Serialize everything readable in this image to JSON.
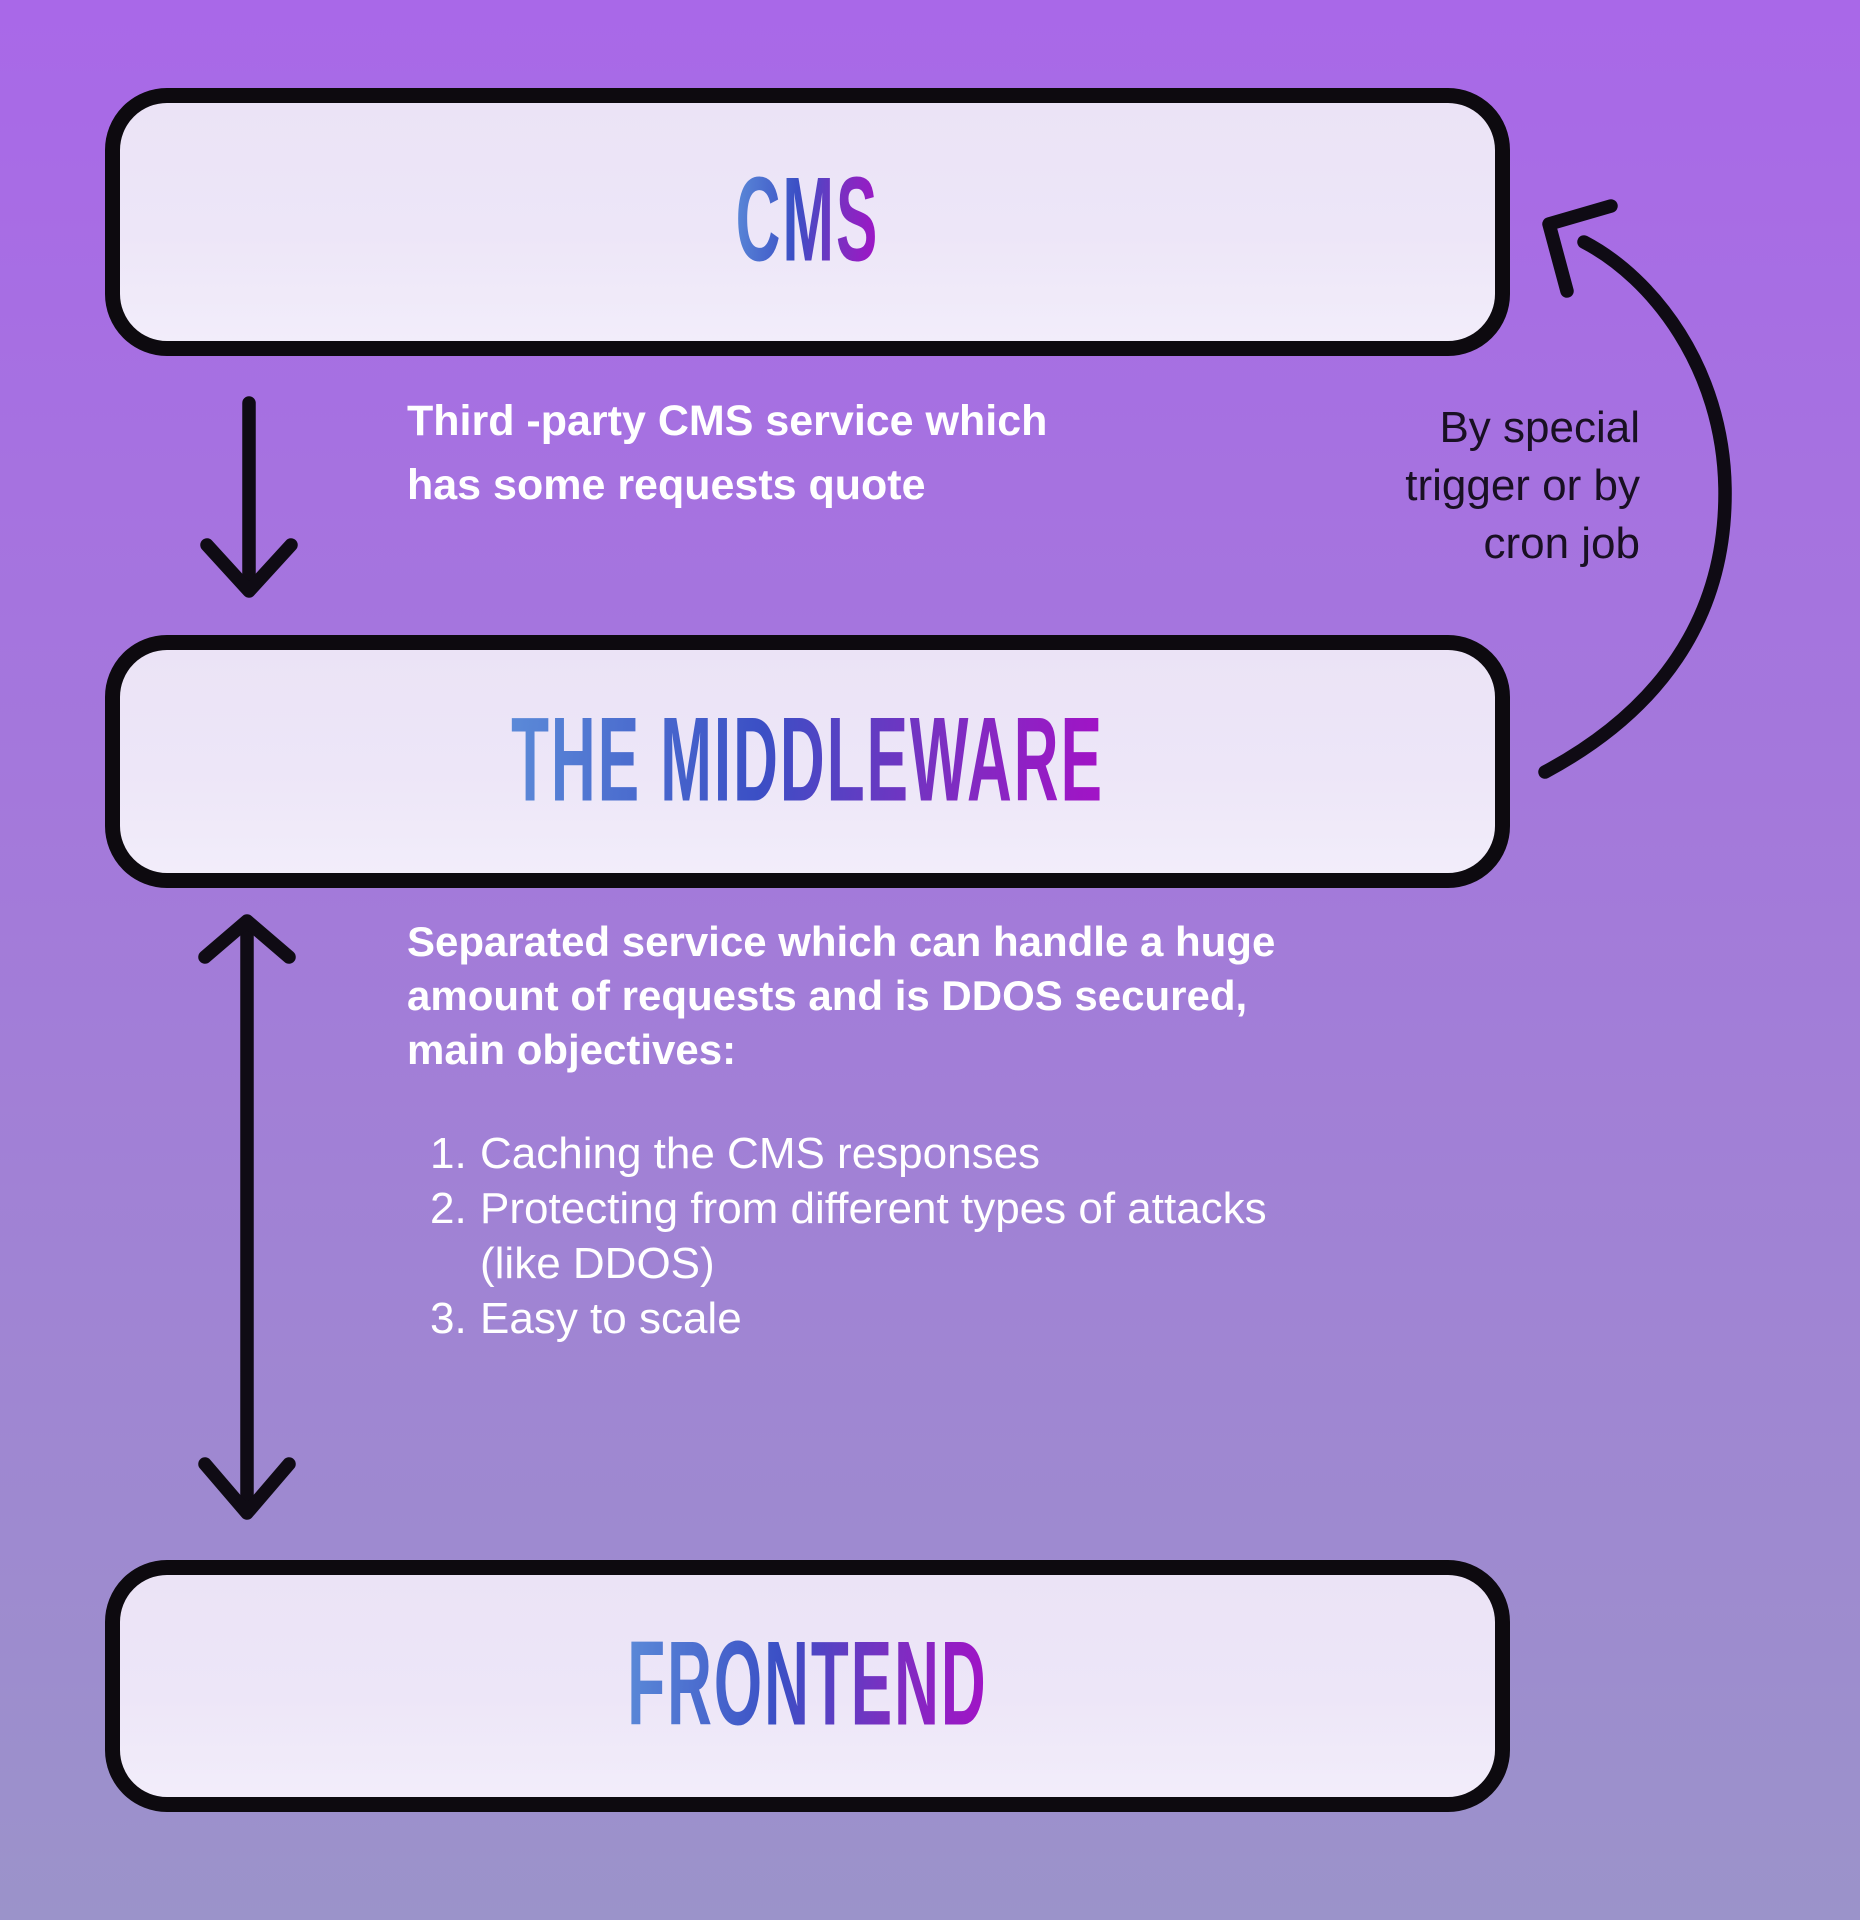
{
  "colors": {
    "bg-top": "#a968e8",
    "bg-mid": "#a37bd9",
    "bg-bottom": "#9b93ca",
    "box-fill": "#ede6f8",
    "box-border": "#0d0a0f",
    "arrow": "#0f0b14",
    "note-light": "#ffffff",
    "note-dark": "#191023",
    "title-grad-start": "#5b8ad8",
    "title-grad-mid1": "#3b4fc5",
    "title-grad-mid2": "#7b2fc1",
    "title-grad-end": "#a312c6"
  },
  "cms_box": {
    "title": "CMS"
  },
  "middleware_box": {
    "title": "THE MIDDLEWARE"
  },
  "frontend_box": {
    "title": "FRONTEND"
  },
  "cms_note": {
    "lines": [
      "Third -party CMS service which",
      "has some requests quote"
    ]
  },
  "trigger_note": {
    "lines": [
      "By special",
      "trigger or by",
      "cron job"
    ]
  },
  "middleware_note": {
    "lines": [
      "Separated service which can handle a huge",
      "amount of requests and is DDOS secured,",
      "main objectives:"
    ]
  },
  "objectives": {
    "items": [
      {
        "number": "1.",
        "lines": [
          "Caching the CMS responses"
        ]
      },
      {
        "number": "2.",
        "lines": [
          "Protecting from different types of attacks",
          "(like DDOS)"
        ]
      },
      {
        "number": "3.",
        "lines": [
          "Easy to scale"
        ]
      }
    ]
  }
}
